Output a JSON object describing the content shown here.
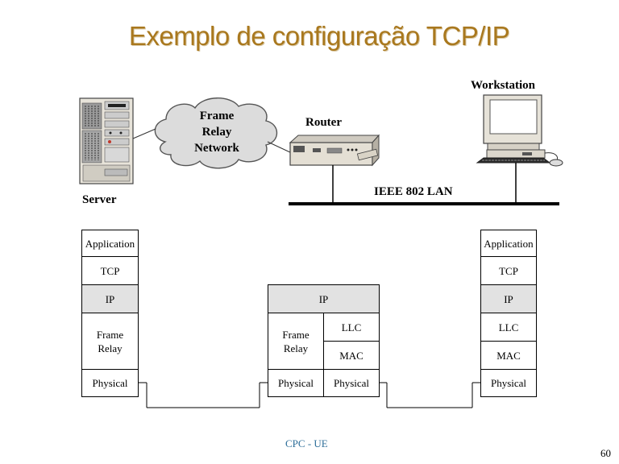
{
  "title": "Exemplo de configuração TCP/IP",
  "labels": {
    "workstation": "Workstation",
    "router": "Router",
    "server": "Server",
    "lan": "IEEE 802 LAN",
    "cloud": [
      "Frame",
      "Relay",
      "Network"
    ]
  },
  "stacks": {
    "server": [
      "Application",
      "TCP",
      "IP",
      "Frame\nRelay",
      "Physical"
    ],
    "router_ip": "IP",
    "router_left": [
      "Frame\nRelay",
      "Physical"
    ],
    "router_right": [
      "LLC",
      "MAC",
      "Physical"
    ],
    "workstation": [
      "Application",
      "TCP",
      "IP",
      "LLC",
      "MAC",
      "Physical"
    ]
  },
  "footer": "CPC - UE",
  "page_number": "60"
}
